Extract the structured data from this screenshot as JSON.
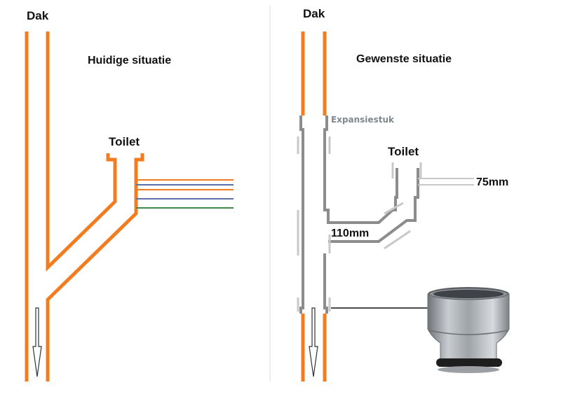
{
  "left_panel": {
    "roof_label": "Dak",
    "title": "Huidige situatie",
    "toilet_label": "Toilet"
  },
  "right_panel": {
    "roof_label": "Dak",
    "title": "Gewenste situatie",
    "expansion_label": "Expansiestuk",
    "toilet_label": "Toilet",
    "pipe_75_label": "75mm",
    "pipe_110_label": "110mm"
  },
  "colors": {
    "pipe_orange": "#f47c20",
    "pipe_gray": "#8c8c8c",
    "pipe_light_gray": "#c8c8c8",
    "supply_blue": "#5b6fa8",
    "supply_green": "#3e8a4a",
    "divider": "#d9d9d9"
  }
}
